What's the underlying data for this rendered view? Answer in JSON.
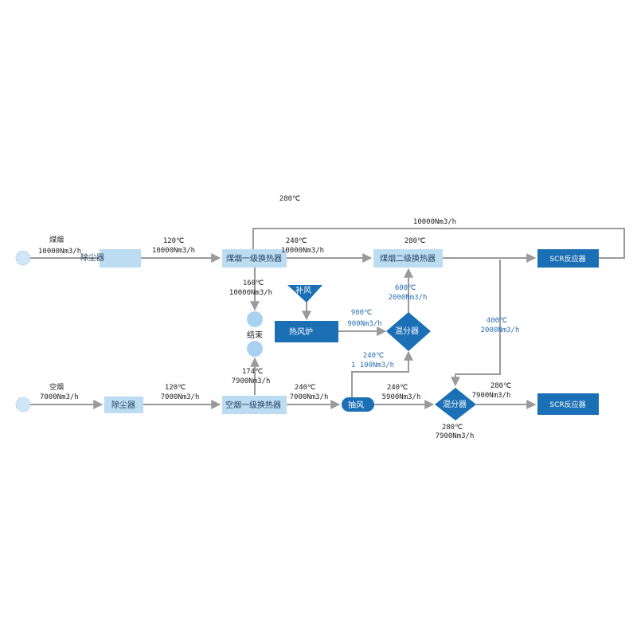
{
  "sources": {
    "flue": {
      "name": "煤烟",
      "flow": "10000Nm3/h"
    },
    "air": {
      "name": "空烟",
      "flow": "7000Nm3/h"
    }
  },
  "nodes": {
    "dust1": "除尘器",
    "flue_hx1": "煤烟一级换热器",
    "flue_hx2": "煤烟二级换热器",
    "scr_top": "SCR反应器",
    "supply_air": "补风",
    "hot_furnace": "热风炉",
    "mixer_top": "混分器",
    "end": "结束",
    "dust2": "除尘器",
    "air_hx1": "空烟一级换热器",
    "extract": "抽风",
    "mixer_bottom": "混分器",
    "scr_bottom": "SCR反应器"
  },
  "labels": {
    "top_temp": "280℃",
    "bypass_flow": "10000Nm3/h",
    "dust1_out_t": "120℃",
    "dust1_out_f": "10000Nm3/h",
    "hx1_out_t": "240℃",
    "hx1_out_f": "10000Nm3/h",
    "hx2_out_t": "280℃",
    "hx1_down_t": "160℃",
    "hx1_down_f": "10000Nm3/h",
    "mixer_top_up_t": "600℃",
    "mixer_top_up_f": "2000Nm3/h",
    "furnace_out_t": "900℃",
    "furnace_out_f": "900Nm3/h",
    "extract_up_t": "240℃",
    "extract_up_f": "1 100Nm3/h",
    "hx2_down_t": "400℃",
    "hx2_down_f": "2000Nm3/h",
    "air_hx_up_t": "174℃",
    "air_hx_up_f": "7900Nm3/h",
    "dust2_out_t": "120℃",
    "dust2_out_f": "7000Nm3/h",
    "air_hx_out_t": "240℃",
    "air_hx_out_f": "7000Nm3/h",
    "extract_out_t": "240℃",
    "extract_out_f": "5900Nm3/h",
    "mixer_bottom_out_t": "280℃",
    "mixer_bottom_out_f": "7900Nm3/h",
    "mixer_bottom_below_t": "280℃",
    "mixer_bottom_below_f": "7900Nm3/h"
  },
  "colors": {
    "light_box": "#bcdcf2",
    "dark_box": "#1a6fb5",
    "arrow": "#9a9a9a",
    "label_blue": "#2a6fb3"
  }
}
